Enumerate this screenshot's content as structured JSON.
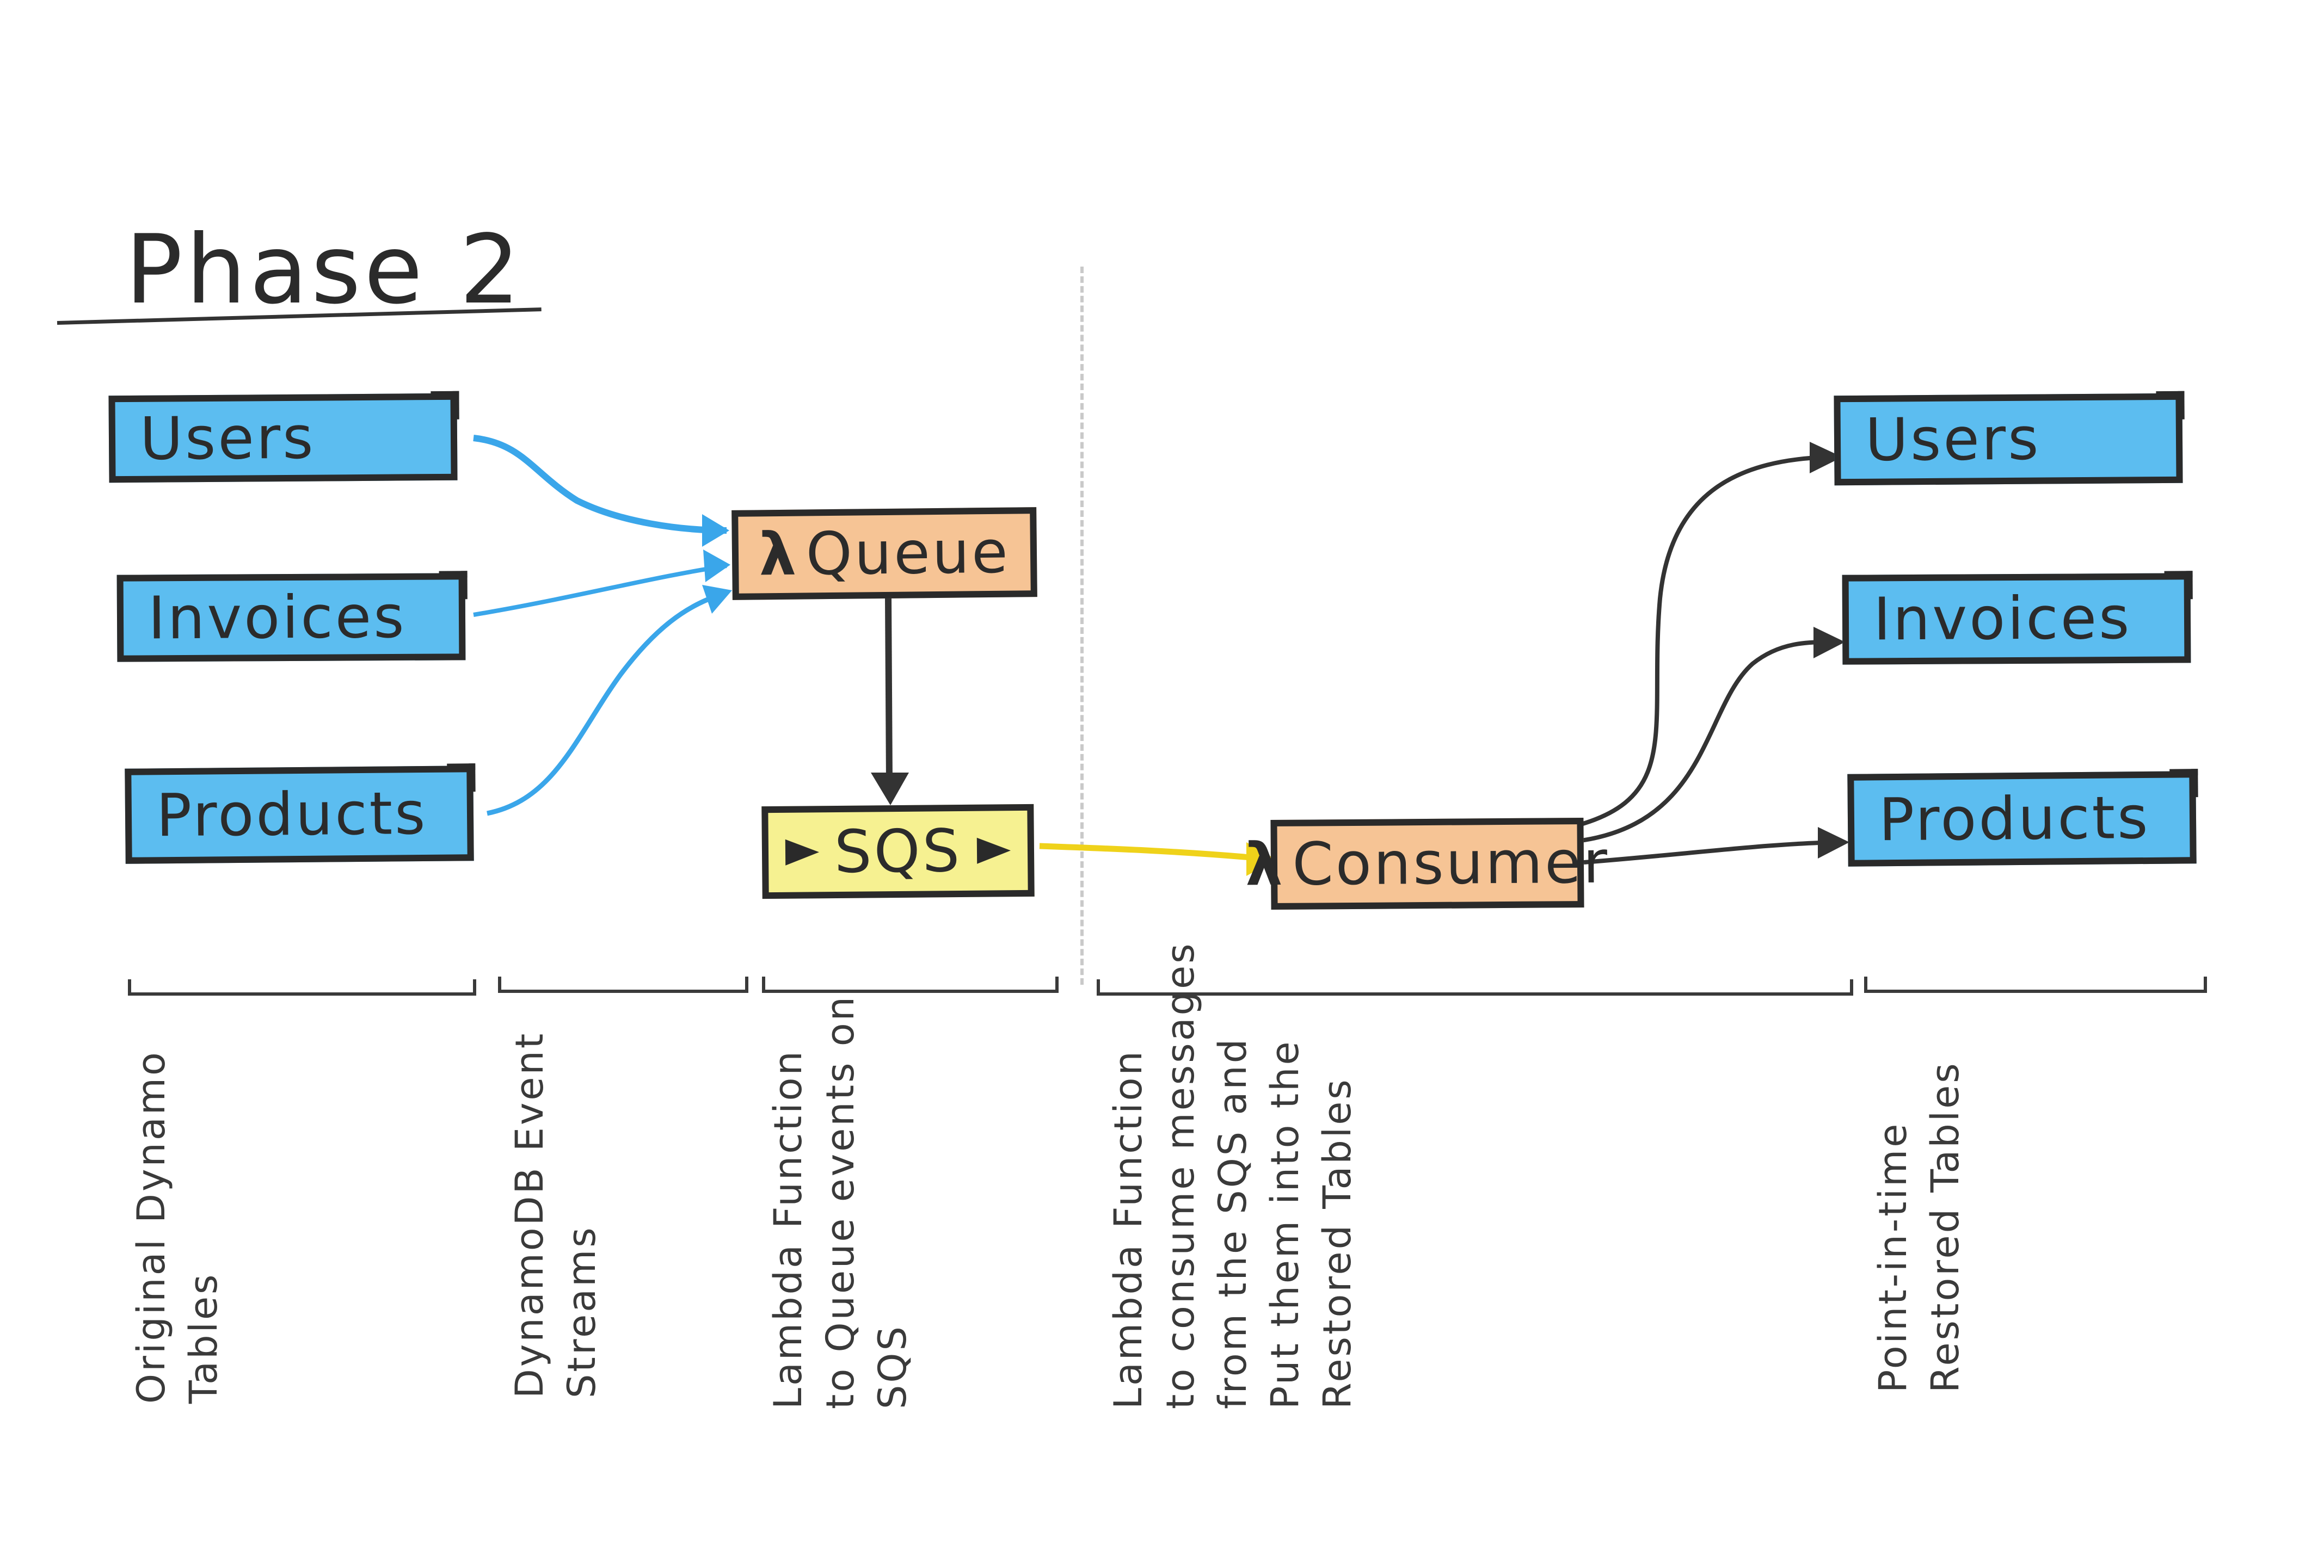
{
  "title": "Phase 2",
  "source_tables": [
    "Users",
    "Invoices",
    "Products"
  ],
  "restored_tables": [
    "Users",
    "Invoices",
    "Products"
  ],
  "queue_lambda": {
    "symbol": "λ",
    "label": "Queue"
  },
  "sqs": {
    "label": "SQS"
  },
  "consumer_lambda": {
    "symbol": "λ",
    "label": "Consumer"
  },
  "captions": [
    [
      "Original Dynamo",
      "Tables"
    ],
    [
      "DynamoDB Event",
      "Streams"
    ],
    [
      "Lambda Function",
      "to Queue events on",
      "SQS"
    ],
    [
      "Lambda Function",
      "to consume messages",
      "from the SQS and",
      "Put them into the",
      "Restored Tables"
    ],
    [
      "Point-in-time",
      "Restored Tables"
    ]
  ],
  "colors": {
    "table": "#5cbdf0",
    "lambda": "#f6c495",
    "sqs": "#f6f191",
    "stream_arrow": "#3aa6ea",
    "sqs_arrow": "#efd21a",
    "dark_arrow": "#333333"
  }
}
